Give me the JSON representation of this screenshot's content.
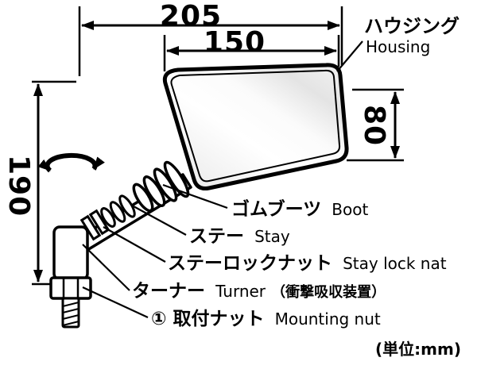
{
  "diagram": {
    "dimensions": {
      "total_width": "205",
      "mirror_width": "150",
      "mirror_height": "80",
      "total_height": "190"
    },
    "labels": {
      "housing": {
        "jp": "ハウジング",
        "en": "Housing"
      },
      "boot": {
        "jp": "ゴムブーツ",
        "en": "Boot"
      },
      "stay": {
        "jp": "ステー",
        "en": "Stay"
      },
      "stay_lock_nut": {
        "jp": "ステーロックナット",
        "en": "Stay lock nat"
      },
      "turner": {
        "jp": "ターナー",
        "en": "Turner",
        "note": "（衝撃吸収装置）"
      },
      "mounting_nut": {
        "jp": "① 取付ナット",
        "en": "Mounting nut"
      }
    },
    "unit_note": "(単位:mm)"
  }
}
